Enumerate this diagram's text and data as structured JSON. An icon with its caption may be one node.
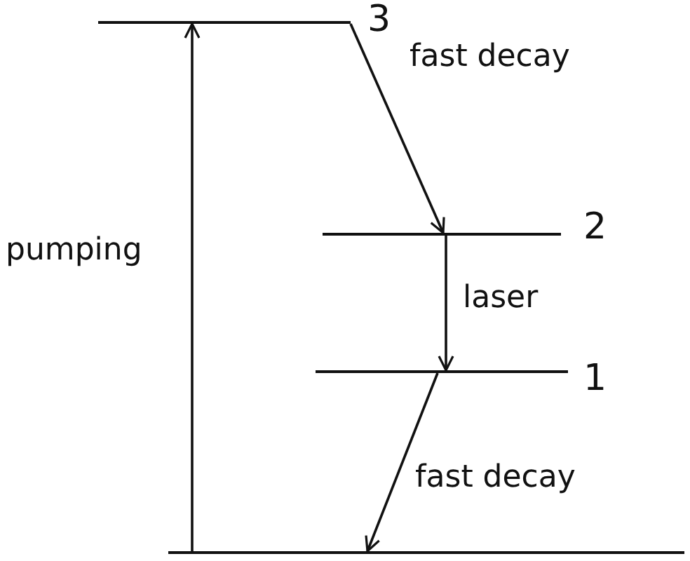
{
  "diagram": {
    "nodes": [
      {
        "text": [],
        "shape": "bar",
        "beside": [
          "3"
        ]
      },
      {
        "text": [],
        "shape": "bar",
        "beside": [
          "2"
        ]
      },
      {
        "text": [],
        "shape": "bar",
        "beside": [
          "1"
        ]
      },
      {
        "text": [],
        "shape": "bar"
      }
    ],
    "edges": [
      {
        "from": 3,
        "to": 0,
        "arrow": "to",
        "label": "pumping"
      },
      {
        "from": 0,
        "to": 1,
        "arrow": "to",
        "label": "fast decay"
      },
      {
        "from": 1,
        "to": 2,
        "arrow": "to",
        "label": "laser"
      },
      {
        "from": 2,
        "to": 3,
        "arrow": "to",
        "label": "fast decay"
      }
    ]
  }
}
